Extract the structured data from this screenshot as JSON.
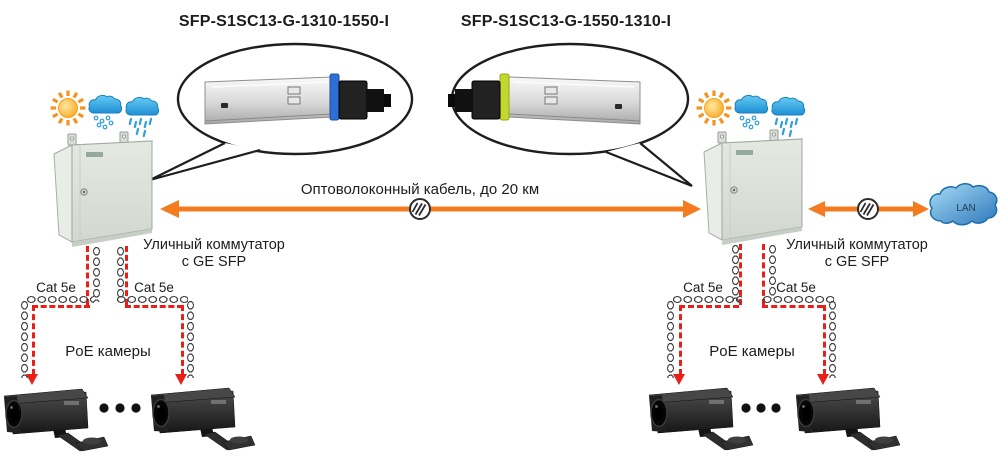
{
  "diagram": {
    "sfp_modules": [
      {
        "label": "SFP-S1SC13-G-1310-1550-I",
        "latch_color": "#2E6FD6"
      },
      {
        "label": "SFP-S1SC13-G-1550-1310-I",
        "latch_color": "#C3D82E"
      }
    ],
    "fiber_link": {
      "label": "Оптоволоконный кабель, до 20 км",
      "color": "#F47B20"
    },
    "lan": {
      "label": "LAN",
      "color": "#2E78BB"
    },
    "switches": [
      {
        "caption_line1": "Уличный коммутатор",
        "caption_line2": "с GE SFP"
      },
      {
        "caption_line1": "Уличный коммутатор",
        "caption_line2": "с GE SFP"
      }
    ],
    "cables": {
      "cat5e_labels": [
        "Cat 5e",
        "Cat 5e",
        "Cat 5e",
        "Cat 5e"
      ],
      "color": "#E91F18"
    },
    "camera_groups": [
      {
        "label": "PoE камеры"
      },
      {
        "label": "PoE камеры"
      }
    ]
  }
}
